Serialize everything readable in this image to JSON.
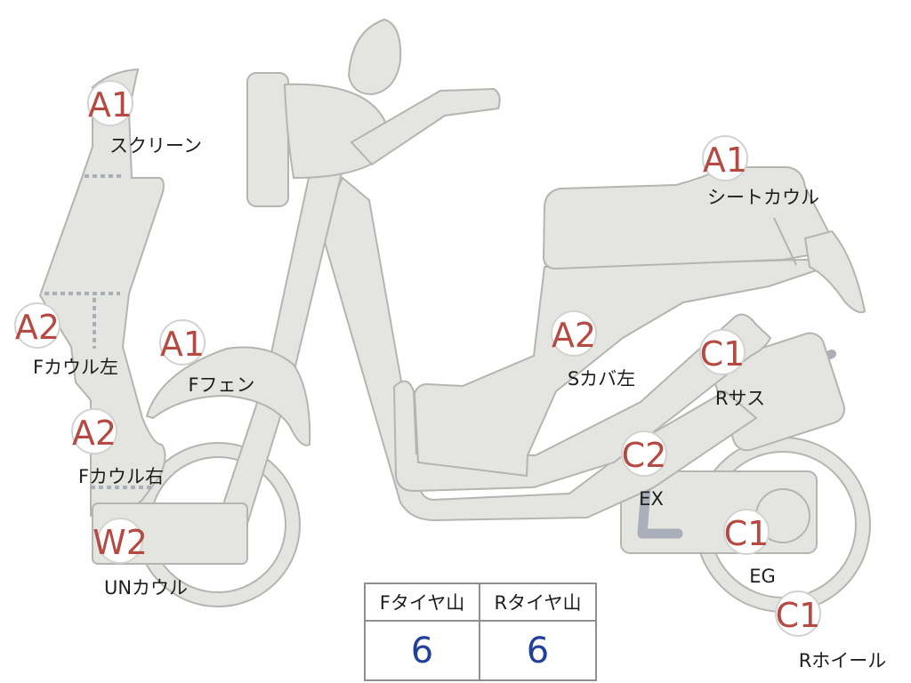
{
  "markers": [
    {
      "id": "screen",
      "grade": "A1",
      "label": "スクリーン"
    },
    {
      "id": "fcowl-left",
      "grade": "A2",
      "label": "Fカウル左"
    },
    {
      "id": "fcowl-right",
      "grade": "A2",
      "label": "Fカウル右"
    },
    {
      "id": "uncowl",
      "grade": "W2",
      "label": "UNカウル"
    },
    {
      "id": "ffender",
      "grade": "A1",
      "label": "Fフェン"
    },
    {
      "id": "scover-left",
      "grade": "A2",
      "label": "Sカバ左"
    },
    {
      "id": "seat-cowl",
      "grade": "A1",
      "label": "シートカウル"
    },
    {
      "id": "rsus",
      "grade": "C1",
      "label": "Rサス"
    },
    {
      "id": "ex",
      "grade": "C2",
      "label": "EX"
    },
    {
      "id": "eg",
      "grade": "C1",
      "label": "EG"
    },
    {
      "id": "rwheel",
      "grade": "C1",
      "label": "Rホイール"
    }
  ],
  "tire_table": {
    "headers": [
      "Fタイヤ山",
      "Rタイヤ山"
    ],
    "values": [
      "6",
      "6"
    ]
  },
  "colors": {
    "body": "#e4e4e0",
    "outline": "#b4b4b0",
    "grade_text": "#b54a42",
    "tire_value": "#22409a"
  }
}
